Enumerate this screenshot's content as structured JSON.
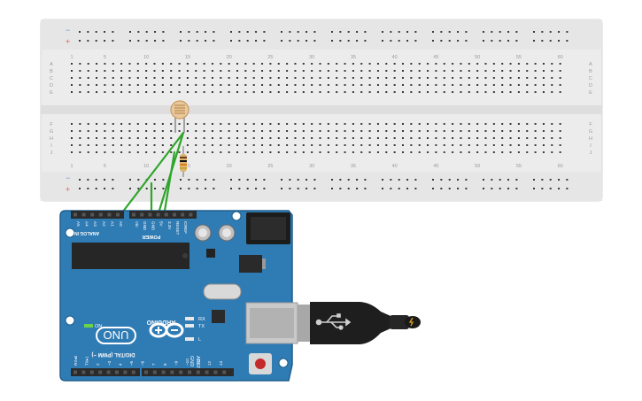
{
  "breadboard": {
    "column_numbers": [
      "1",
      "5",
      "10",
      "15",
      "20",
      "25",
      "30",
      "35",
      "40",
      "45",
      "50",
      "55",
      "60"
    ],
    "row_letters_top": [
      "A",
      "B",
      "C",
      "D",
      "E"
    ],
    "row_letters_bottom": [
      "F",
      "G",
      "H",
      "I",
      "J"
    ],
    "rail_minus": "−",
    "rail_plus": "+",
    "colors": {
      "body": "#ececec",
      "hole": "#3a3a3a",
      "text": "#9a9a9a",
      "rail_red": "#e45c5c",
      "rail_blue": "#6c8fc9"
    }
  },
  "components": {
    "photoresistor": "photoresistor",
    "resistor": "resistor",
    "wire_color": "#2fa52a"
  },
  "arduino": {
    "analog_title": "ANALOG IN",
    "analog_pins": [
      "A5",
      "A4",
      "A3",
      "A2",
      "A1",
      "A0"
    ],
    "power_title": "POWER",
    "power_pins": [
      "Vin",
      "GND",
      "GND",
      "5V",
      "3.3V",
      "RESET",
      "IOREF"
    ],
    "brand": "ARDUINO",
    "model": "UNO",
    "on_label": "ON",
    "rx_label": "RX",
    "tx_label": "TX",
    "l_label": "L",
    "aref": "AREF",
    "gnd": "GND",
    "digital_title": "DIGITAL (PWM ~)",
    "digital_pins": [
      "RX◂0",
      "TX▸1",
      "2",
      "~3",
      "4",
      "~5",
      "~6",
      "7",
      "8",
      "~9",
      "~10",
      "~11",
      "12",
      "13"
    ],
    "colors": {
      "board": "#2f7bb4",
      "edge": "#1f5f8d",
      "silk": "#ffffff",
      "header": "#2b2b2b"
    }
  },
  "usb_cable": {
    "plug_color": "#c9c9c9",
    "body_color": "#1e1e1e",
    "logo": "usb-trident-icon"
  }
}
